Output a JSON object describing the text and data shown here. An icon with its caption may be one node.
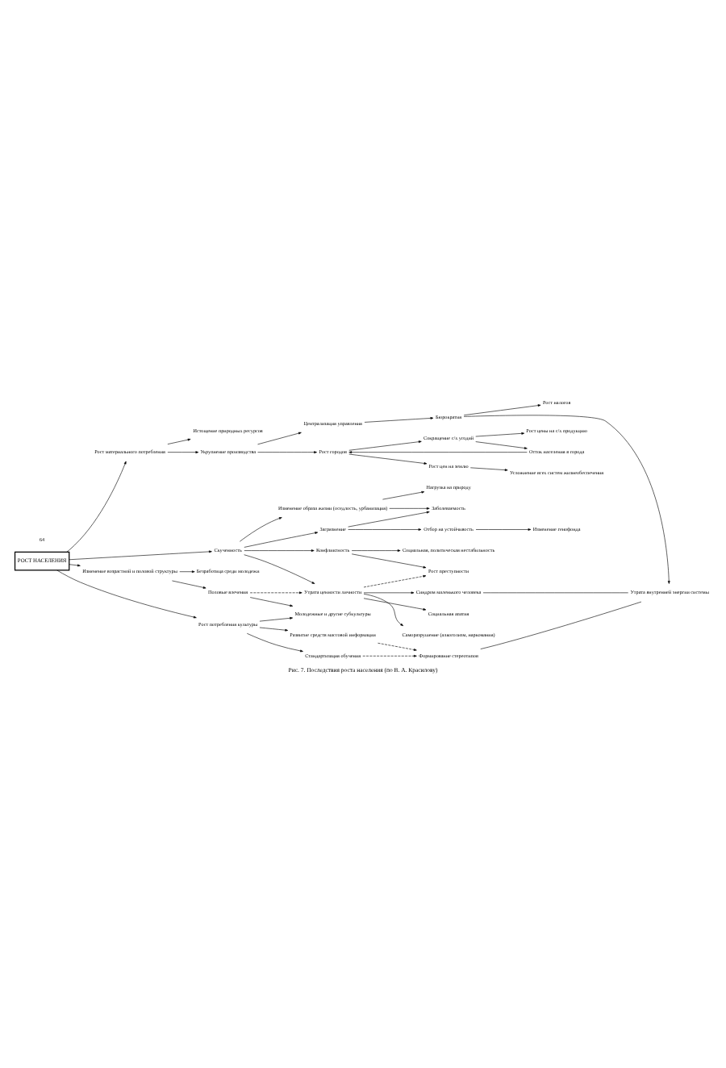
{
  "diagram": {
    "caption": "Рис. 7. Последствия роста населения (по В. А. Красилову)",
    "nodes": [
      {
        "text": [
          "РОСТ НАСЕЛЕНИЯ"
        ]
      },
      {
        "text": [
          "Рост материального потребления"
        ]
      },
      {
        "text": [
          "Истощение природных ресурсов"
        ]
      },
      {
        "text": [
          "Укрупнение производства"
        ]
      },
      {
        "text": [
          "Централизация управления"
        ]
      },
      {
        "text": [
          "Бюрократия"
        ]
      },
      {
        "text": [
          "Рост налогов"
        ]
      },
      {
        "text": [
          "Утрата внутренней энергии системы"
        ]
      },
      {
        "text": [
          "Рост городов"
        ]
      },
      {
        "text": [
          "Сокращение с/х угодий"
        ]
      },
      {
        "text": [
          "Рост цены на с/х продукцию"
        ]
      },
      {
        "text": [
          "Отток населения в города"
        ]
      },
      {
        "text": [
          "Рост цен на землю"
        ]
      },
      {
        "text": [
          "Усложнение всех систем жизнеобеспечения"
        ]
      },
      {
        "text": [
          "Скученность"
        ]
      },
      {
        "text": [
          "Изменение образа жизни (оседлость, урбанизация)"
        ]
      },
      {
        "text": [
          "Нагрузка на природу"
        ]
      },
      {
        "text": [
          "Заболеваемость"
        ]
      },
      {
        "text": [
          "Загрязнение"
        ]
      },
      {
        "text": [
          "Отбор на устойчивость"
        ]
      },
      {
        "text": [
          "Изменение генофонда"
        ]
      },
      {
        "text": [
          "Конфликтность"
        ]
      },
      {
        "text": [
          "Социальная, политическая нестабильность"
        ]
      },
      {
        "text": [
          "Рост преступности"
        ]
      },
      {
        "text": [
          "Утрата ценности личности"
        ]
      },
      {
        "text": [
          "Синдром маленького человека"
        ]
      },
      {
        "text": [
          "Социальная апатия"
        ]
      },
      {
        "text": [
          "Саморазрушение (алкоголизм, наркомания)"
        ]
      },
      {
        "text": [
          "Изменение возрастной и половой структуры"
        ]
      },
      {
        "text": [
          "Безработица среди молодежи"
        ]
      },
      {
        "text": [
          "Половые влечения"
        ]
      },
      {
        "text": [
          "Рост потребления культуры"
        ]
      },
      {
        "text": [
          "Молодежные и другие субкультуры"
        ]
      },
      {
        "text": [
          "Развитие средств массовой информации"
        ]
      },
      {
        "text": [
          "Стандартизация обучения"
        ]
      },
      {
        "text": [
          "Формирование стереотипов"
        ]
      }
    ],
    "edges": [
      {
        "from": 0,
        "to": 1,
        "arrow": "to"
      },
      {
        "from": 0,
        "to": 14,
        "arrow": "to"
      },
      {
        "from": 0,
        "to": 28,
        "arrow": "to"
      },
      {
        "from": 0,
        "to": 31,
        "arrow": "to"
      },
      {
        "from": 1,
        "to": 2,
        "arrow": "to"
      },
      {
        "from": 1,
        "to": 3,
        "arrow": "to"
      },
      {
        "from": 3,
        "to": 4,
        "arrow": "to"
      },
      {
        "from": 3,
        "to": 8,
        "arrow": "to"
      },
      {
        "from": 4,
        "to": 5,
        "arrow": "to"
      },
      {
        "from": 5,
        "to": 6,
        "arrow": "to"
      },
      {
        "from": 5,
        "to": 7,
        "arrow": "to"
      },
      {
        "from": 8,
        "to": 9,
        "arrow": "to"
      },
      {
        "from": 8,
        "to": 12,
        "arrow": "to"
      },
      {
        "from": 9,
        "to": 10,
        "arrow": "to"
      },
      {
        "from": 9,
        "to": 11,
        "arrow": "to"
      },
      {
        "from": 11,
        "to": 8,
        "arrow": "to"
      },
      {
        "from": 12,
        "to": 13,
        "arrow": "to"
      },
      {
        "from": 14,
        "to": 15,
        "arrow": "to"
      },
      {
        "from": 14,
        "to": 18,
        "arrow": "to"
      },
      {
        "from": 14,
        "to": 21,
        "arrow": "to"
      },
      {
        "from": 14,
        "to": 24,
        "arrow": "to"
      },
      {
        "from": 15,
        "to": 16,
        "arrow": "to"
      },
      {
        "from": 15,
        "to": 17,
        "arrow": "to"
      },
      {
        "from": 18,
        "to": 17,
        "arrow": "to"
      },
      {
        "from": 18,
        "to": 19,
        "arrow": "to"
      },
      {
        "from": 19,
        "to": 20,
        "arrow": "to"
      },
      {
        "from": 21,
        "to": 22,
        "arrow": "to"
      },
      {
        "from": 21,
        "to": 23,
        "arrow": "to"
      },
      {
        "from": 24,
        "to": 23,
        "arrow": "to",
        "style": "dashed"
      },
      {
        "from": 24,
        "to": 25,
        "arrow": "to"
      },
      {
        "from": 24,
        "to": 26,
        "arrow": "to"
      },
      {
        "from": 24,
        "to": 27,
        "arrow": "to"
      },
      {
        "from": 28,
        "to": 29,
        "arrow": "to"
      },
      {
        "from": 28,
        "to": 30,
        "arrow": "to"
      },
      {
        "from": 30,
        "to": 24,
        "arrow": "to",
        "style": "dashed"
      },
      {
        "from": 30,
        "to": 32,
        "arrow": "to"
      },
      {
        "from": 31,
        "to": 32,
        "arrow": "to"
      },
      {
        "from": 31,
        "to": 33,
        "arrow": "to"
      },
      {
        "from": 31,
        "to": 34,
        "arrow": "to"
      },
      {
        "from": 33,
        "to": 35,
        "arrow": "to",
        "style": "dashed"
      },
      {
        "from": 34,
        "to": 35,
        "arrow": "to",
        "style": "dashed"
      },
      {
        "from": 25,
        "to": 7,
        "arrow": "none"
      },
      {
        "from": 35,
        "to": 7,
        "arrow": "none"
      }
    ],
    "labels": [
      "64"
    ]
  }
}
